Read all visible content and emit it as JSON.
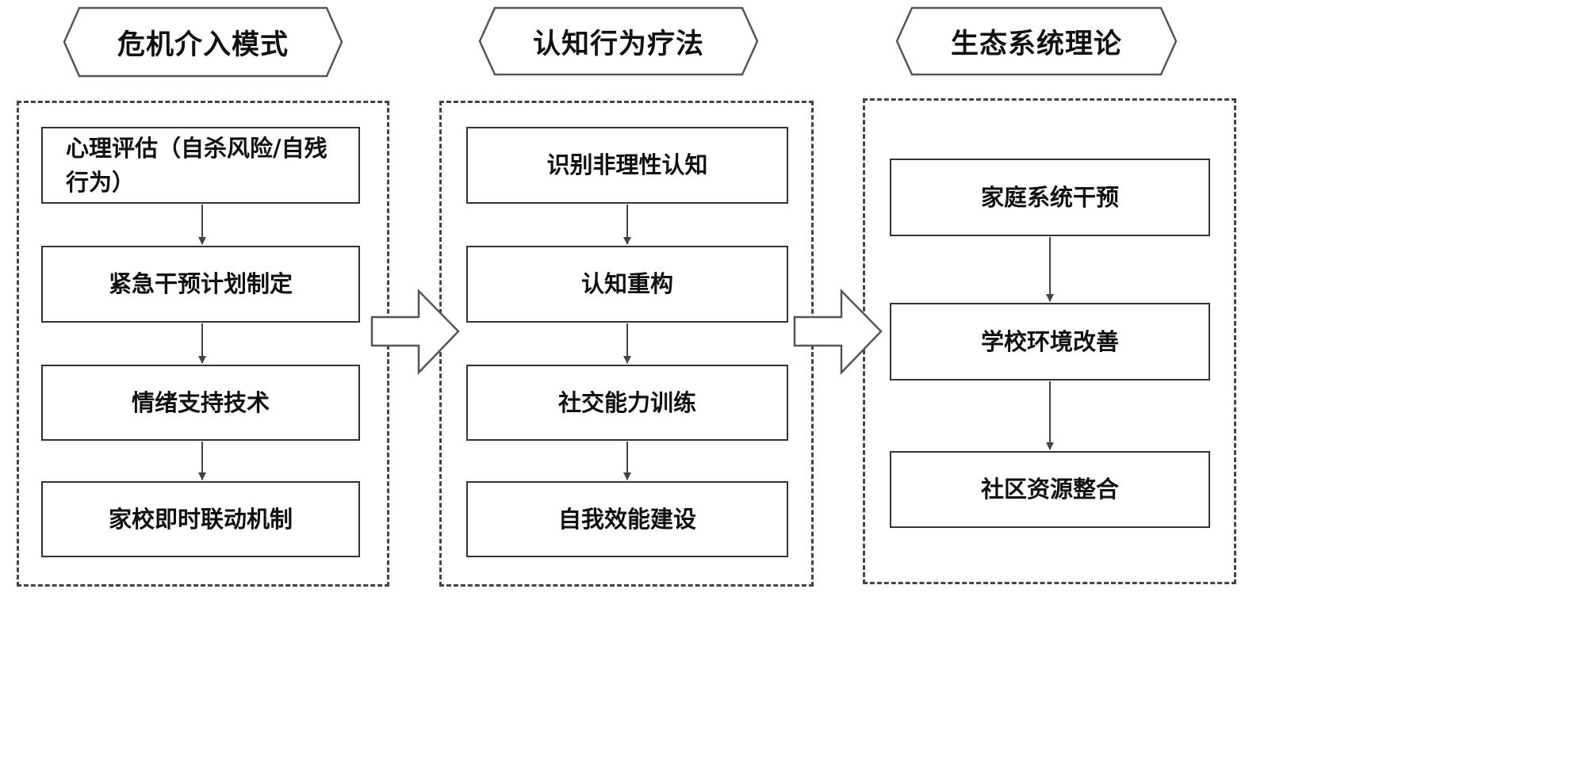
{
  "columns": [
    {
      "header": "危机介入模式",
      "steps": [
        "心理评估（自杀风险/自残行为）",
        "紧急干预计划制定",
        "情绪支持技术",
        "家校即时联动机制"
      ]
    },
    {
      "header": "认知行为疗法",
      "steps": [
        "识别非理性认知",
        "认知重构",
        "社交能力训练",
        "自我效能建设"
      ]
    },
    {
      "header": "生态系统理论",
      "steps": [
        "家庭系统干预",
        "学校环境改善",
        "社区资源整合"
      ]
    }
  ]
}
